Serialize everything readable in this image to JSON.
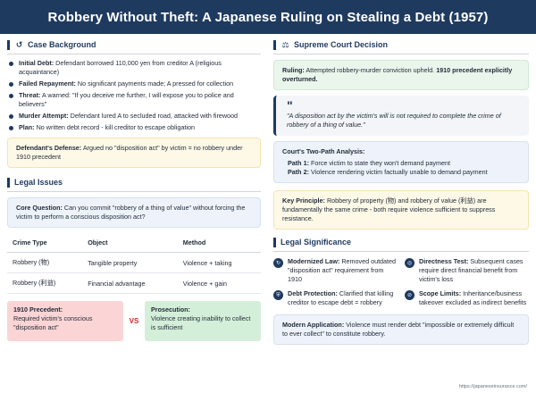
{
  "header": {
    "title": "Robbery Without Theft: A Japanese Ruling on Stealing a Debt (1957)"
  },
  "background": {
    "title": "Case Background",
    "icon": "history-icon",
    "items": [
      {
        "label": "Initial Debt:",
        "text": "Defendant borrowed 110,000 yen from creditor A (religious acquaintance)"
      },
      {
        "label": "Failed Repayment:",
        "text": "No significant payments made; A pressed for collection"
      },
      {
        "label": "Threat:",
        "text": "A warned: \"If you deceive me further, I will expose you to police and believers\""
      },
      {
        "label": "Murder Attempt:",
        "text": "Defendant lured A to secluded road, attacked with firewood"
      },
      {
        "label": "Plan:",
        "text": "No written debt record - kill creditor to escape obligation"
      }
    ],
    "defense_label": "Defendant's Defense:",
    "defense_text": "Argued no \"disposition act\" by victim = no robbery under 1910 precedent"
  },
  "legal_issues": {
    "title": "Legal Issues",
    "core_label": "Core Question:",
    "core_text": "Can you commit \"robbery of a thing of value\" without forcing the victim to perform a conscious disposition act?",
    "table": {
      "headers": [
        "Crime Type",
        "Object",
        "Method"
      ],
      "rows": [
        [
          "Robbery (物)",
          "Tangible property",
          "Violence + taking"
        ],
        [
          "Robbery (利益)",
          "Financial advantage",
          "Violence + gain"
        ]
      ]
    },
    "precedent_label": "1910 Precedent:",
    "precedent_text": "Required victim's conscious \"disposition act\"",
    "vs": "VS",
    "prosecution_label": "Prosecution:",
    "prosecution_text": "Violence creating inability to collect is sufficient"
  },
  "decision": {
    "title": "Supreme Court Decision",
    "icon": "scales-icon",
    "ruling_label": "Ruling:",
    "ruling_text": "Attempted robbery-murder conviction upheld.",
    "ruling_bold": "1910 precedent explicitly overturned.",
    "quote": "\"A disposition act by the victim's will is not required to complete the crime of robbery of a thing of value.\"",
    "analysis_title": "Court's Two-Path Analysis:",
    "path1_label": "Path 1:",
    "path1_text": "Force victim to state they won't demand payment",
    "path2_label": "Path 2:",
    "path2_text": "Violence rendering victim factually unable to demand payment",
    "principle_label": "Key Principle:",
    "principle_text": "Robbery of property (物) and robbery of value (利益) are fundamentally the same crime - both require violence sufficient to suppress resistance."
  },
  "significance": {
    "title": "Legal Significance",
    "items": [
      {
        "icon": "refresh-icon",
        "glyph": "↻",
        "label": "Modernized Law:",
        "text": "Removed outdated \"disposition act\" requirement from 1910"
      },
      {
        "icon": "target-icon",
        "glyph": "◎",
        "label": "Directness Test:",
        "text": "Subsequent cases require direct financial benefit from victim's loss"
      },
      {
        "icon": "shield-icon",
        "glyph": "⛨",
        "label": "Debt Protection:",
        "text": "Clarified that killing creditor to escape debt = robbery"
      },
      {
        "icon": "ban-icon",
        "glyph": "⊘",
        "label": "Scope Limits:",
        "text": "Inheritance/business takeover excluded as indirect benefits"
      }
    ],
    "application_label": "Modern Application:",
    "application_text": "Violence must render debt \"impossible or extremely difficult to ever collect\" to constitute robbery."
  },
  "footer": {
    "text": "https://japaneseinsurance.com/"
  }
}
